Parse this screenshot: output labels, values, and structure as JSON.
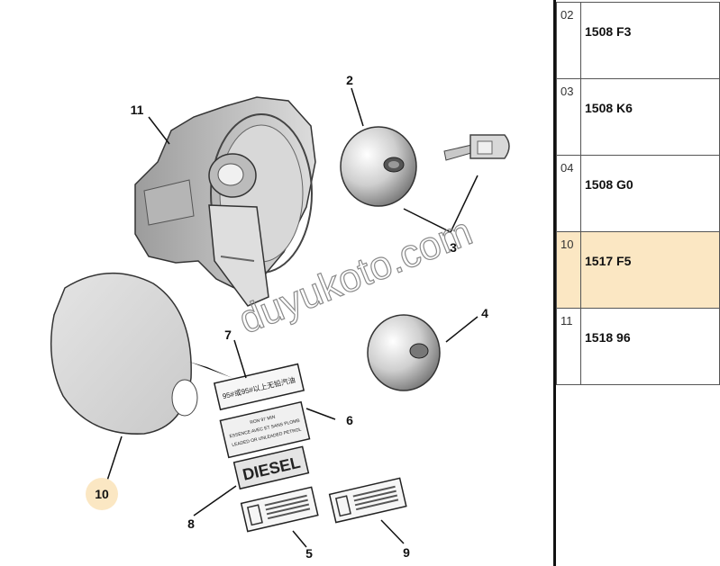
{
  "diagram": {
    "callouts": [
      "2",
      "3",
      "4",
      "5",
      "6",
      "7",
      "8",
      "9",
      "10",
      "11"
    ],
    "highlight_callout": "10",
    "highlight_color": "#fbe7c3",
    "label_texts": {
      "diesel": "DIESEL",
      "ron_line1": "RON 97 MIN",
      "ron_line2": "ESSENCE AVEC ET SANS PLOMB",
      "ron_line3": "LEADED OR UNLEADED PETROL",
      "chinese": "95#或95#以上无铅汽油"
    },
    "watermark": "duyukoto.com"
  },
  "table": {
    "rows": [
      {
        "pos": "02",
        "ref": "1508 F3",
        "highlight": false
      },
      {
        "pos": "03",
        "ref": "1508 K6",
        "highlight": false
      },
      {
        "pos": "04",
        "ref": "1508 G0",
        "highlight": false
      },
      {
        "pos": "10",
        "ref": "1517 F5",
        "highlight": true
      },
      {
        "pos": "11",
        "ref": "1518 96",
        "highlight": false
      }
    ]
  }
}
